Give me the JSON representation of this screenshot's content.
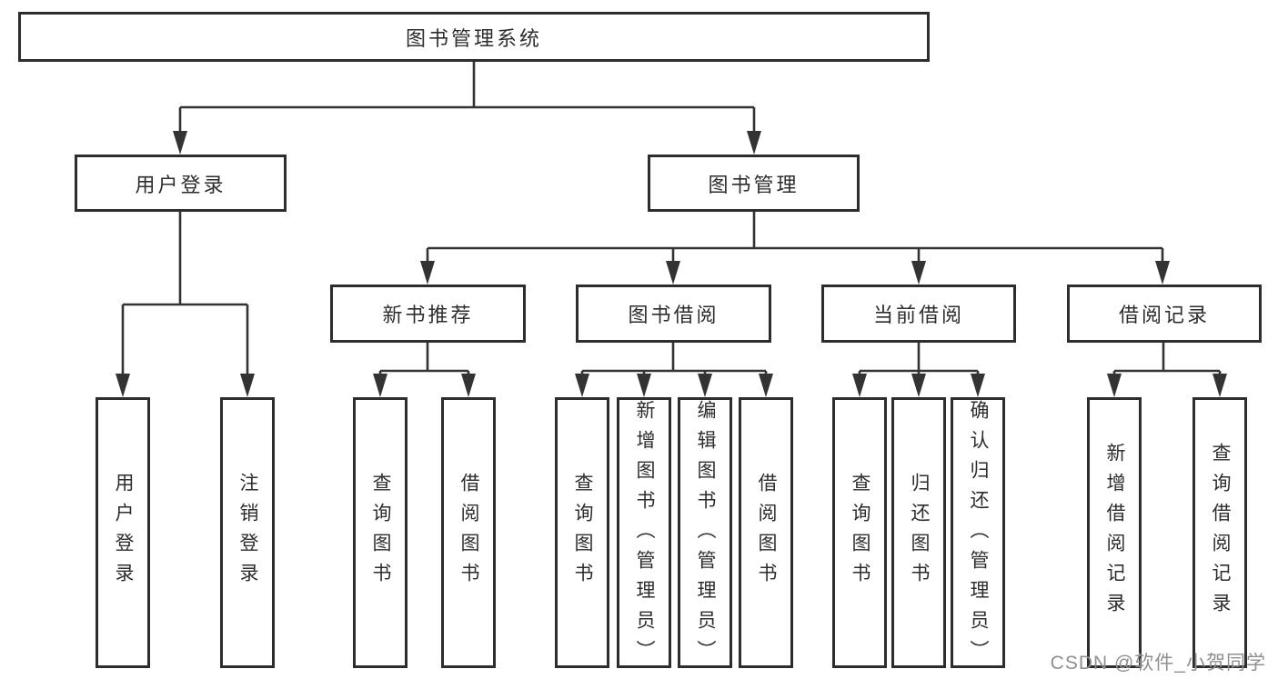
{
  "tree": {
    "root": {
      "label": "图书管理系统"
    },
    "branches": [
      {
        "label": "用户登录",
        "children": [
          {
            "label": "用户登录"
          },
          {
            "label": "注销登录"
          }
        ]
      },
      {
        "label": "图书管理",
        "children": [
          {
            "label": "新书推荐",
            "children": [
              {
                "label": "查询图书"
              },
              {
                "label": "借阅图书"
              }
            ]
          },
          {
            "label": "图书借阅",
            "children": [
              {
                "label": "查询图书"
              },
              {
                "label": "新增图书（管理员）"
              },
              {
                "label": "编辑图书（管理员）"
              },
              {
                "label": "借阅图书"
              }
            ]
          },
          {
            "label": "当前借阅",
            "children": [
              {
                "label": "查询图书"
              },
              {
                "label": "归还图书"
              },
              {
                "label": "确认归还（管理员）"
              }
            ]
          },
          {
            "label": "借阅记录",
            "children": [
              {
                "label": "新增借阅记录"
              },
              {
                "label": "查询借阅记录"
              }
            ]
          }
        ]
      }
    ]
  },
  "watermark": {
    "text": "CSDN @软件_小贺同学"
  },
  "colors": {
    "line": "#333333",
    "border": "#2d2d2d",
    "text": "#2d2d2d",
    "bg": "#ffffff",
    "watermark": "#8f8f8f"
  }
}
